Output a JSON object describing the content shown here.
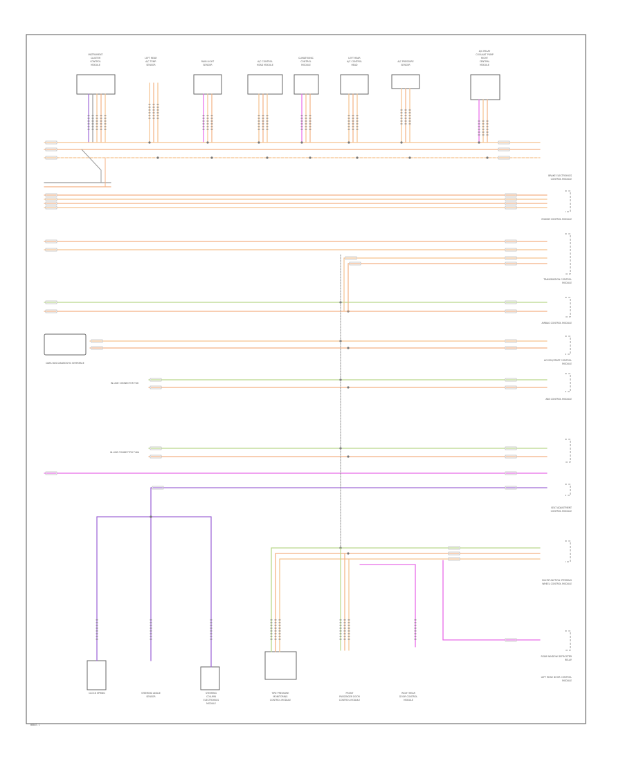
{
  "diagram": {
    "page_id": "W0047-1",
    "top_components": [
      "INSTRUMENT CLUSTER CONTROL MODULE",
      "LEFT REAR A/C TEMP. SENSOR",
      "RAIN LIGHT SENSOR",
      "A/C CONTROL HEAD MODULE",
      "CLIMATRONIC CONTROL MODULE",
      "LEFT REAR A/C CONTROL HEAD",
      "A/C PRESSURE SENSOR",
      "A/C RELAY COOLANT PUMP RIGHT CENTRAL MODULE"
    ],
    "right_components": [
      "BRAKE ELECTRONICS CONTROL MODULE",
      "ENGINE CONTROL MODULE",
      "TRANSMISSION CONTROL MODULE",
      "AIRBAG CONTROL MODULE",
      "ACCESS/START CONTROL MODULE",
      "ABS CONTROL MODULE",
      "SEAT ADJUSTMENT CONTROL MODULE",
      "MULTIFUNCTION STEERING WHEEL CONTROL MODULE",
      "REAR WINDOW DEFROSTER RELAY",
      "LEFT REAR DOOR CONTROL MODULE"
    ],
    "left_components": [
      "DATA BUS DIAGNOSTIC INTERFACE",
      "IN-LINE CONNECTOR T46",
      "IN-LINE CONNECTOR T46A"
    ],
    "bottom_components": [
      "CLOCK SPRING",
      "STEERING ANGLE SENSOR",
      "STEERING COLUMN ELECTRONICS MODULE",
      "TIRE PRESSURE MONITORING CONTROL MODULE",
      "FRONT PASSENGER DOOR CONTROL MODULE",
      "RIGHT REAR DOOR CONTROL MODULE"
    ],
    "wire_colors": {
      "orange_brown": "#f4b183",
      "orange": "#f5c28e",
      "green": "#b9d88a",
      "pink": "#e86ae8",
      "violet": "#a06ad8",
      "yellow": "#e8d36a",
      "gray": "#9a9a9a"
    }
  }
}
